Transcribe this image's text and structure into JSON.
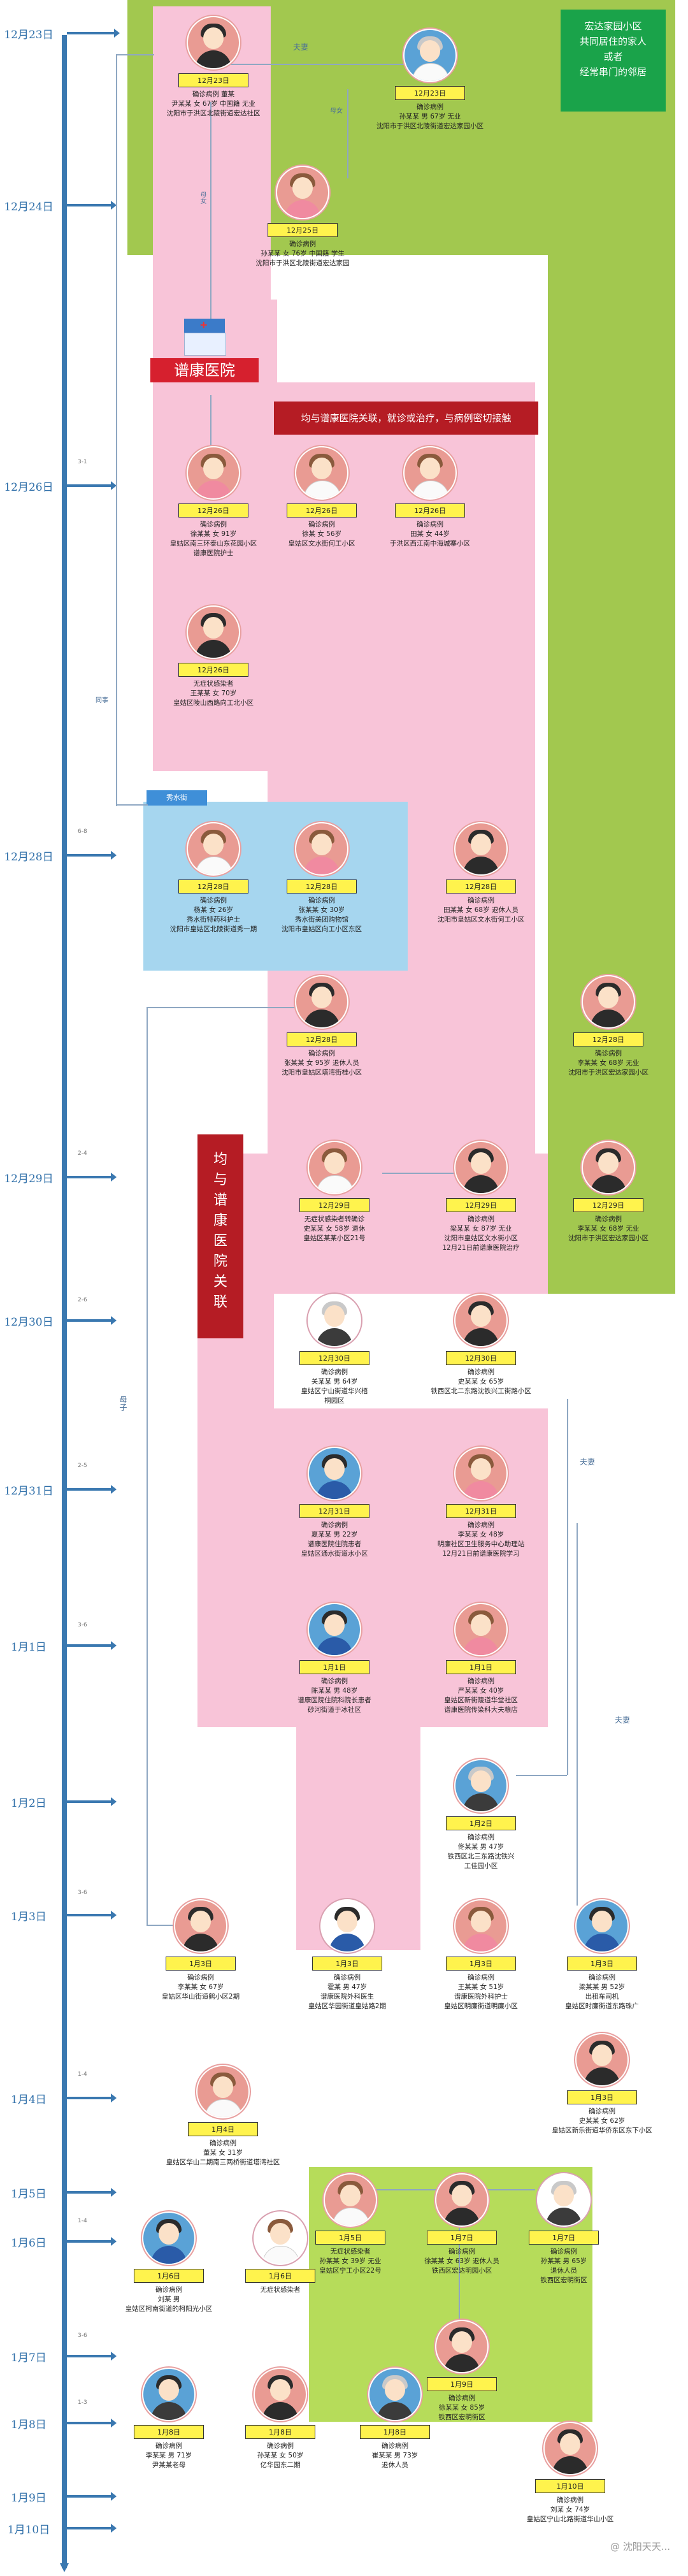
{
  "header_note": "宏达家园小区\n共同居住的家人\n或者\n经常串门的邻居",
  "hospital_name": "谱康医院",
  "banner_top": "均与谱康医院关联，就诊或治疗，与病例密切接触",
  "banner_side": "均\n与\n谱\n康\n医\n院\n关\n联",
  "blue_label": "秀水街",
  "dates": [
    "12月23日",
    "12月24日",
    "12月26日",
    "12月28日",
    "12月29日",
    "12月30日",
    "12月31日",
    "1月1日",
    "1月2日",
    "1月3日",
    "1月4日",
    "1月5日",
    "1月6日",
    "1月7日",
    "1月8日",
    "1月9日",
    "1月10日"
  ],
  "gaps": [
    "3-1",
    "6-8",
    "2-4",
    "2-6",
    "2-5",
    "3-6",
    "3-6",
    "1-4",
    "1-4",
    "3-6",
    "1-3"
  ],
  "relations": {
    "spouse": "夫妻",
    "mother_daughter": "母女",
    "daughter": "母女",
    "same_family": "同事",
    "mother_son": "母子",
    "couple_mid": "夫妻",
    "couple_right": "夫妻"
  },
  "people": [
    {
      "date": "12月23日",
      "text": "确诊病例 董某\n尹某某 女 67岁 中国籍 无业\n沈阳市于洪区北陵街道宏达社区"
    },
    {
      "date": "12月23日",
      "text": "确诊病例\n孙某某 男 67岁 无业\n沈阳市于洪区北陵街道宏达家园小区"
    },
    {
      "date": "12月25日",
      "text": "确诊病例\n孙某某 女 76岁 中国籍 学生\n沈阳市于洪区北陵街道宏达家园"
    },
    {
      "date": "12月26日",
      "text": "确诊病例\n徐某某 女 91岁\n皇姑区南三环泰山东花园小区\n谱康医院护士"
    },
    {
      "date": "12月26日",
      "text": "确诊病例\n徐某 女 56岁\n皇姑区文水街何工小区"
    },
    {
      "date": "12月26日",
      "text": "确诊病例\n田某 女 44岁\n于洪区西江南中海城寨小区"
    },
    {
      "date": "12月26日",
      "text": "无症状感染者\n王某某 女 70岁\n皇姑区陵山西路向工北小区"
    },
    {
      "date": "12月28日",
      "text": "确诊病例\n杨某 女 26岁\n秀水街特药科护士\n沈阳市皇姑区北陵街道秀一期"
    },
    {
      "date": "12月28日",
      "text": "确诊病例\n张某某 女 30岁\n秀水街美团购物馆\n沈阳市皇姑区向工小区东区"
    },
    {
      "date": "12月28日",
      "text": "确诊病例\n田某某 女 68岁 退休人员\n沈阳市皇姑区文水街何工小区"
    },
    {
      "date": "12月28日",
      "text": "确诊病例\n李某某 女 68岁 无业\n沈阳市于洪区宏达家园小区"
    },
    {
      "date": "12月28日",
      "text": "确诊病例\n张某某 女 95岁 退休人员\n沈阳市皇姑区塔湾街桂小区"
    },
    {
      "date": "12月29日",
      "text": "无症状感染者转确诊\n史某某 女 58岁 退休\n皇姑区某某小区21号"
    },
    {
      "date": "12月29日",
      "text": "确诊病例\n梁某某 女 87岁 无业\n沈阳市皇姑区文水街小区\n12月21日前谱康医院治疗"
    },
    {
      "date": "12月29日",
      "text": "确诊病例\n李某某 女 68岁 无业\n沈阳市于洪区宏达家园小区"
    },
    {
      "date": "12月30日",
      "text": "确诊病例\n关某某 男 64岁\n皇姑区宁山街道华兴梧\n桐园区"
    },
    {
      "date": "12月30日",
      "text": "确诊病例\n史某某 女 65岁\n铁西区北二东路沈铁兴工街路小区"
    },
    {
      "date": "12月31日",
      "text": "确诊病例\n夏某某 男 22岁\n谱康医院住院患者\n皇姑区通水街道水小区"
    },
    {
      "date": "12月31日",
      "text": "确诊病例\n李某某 女 48岁\n明廉社区卫生服务中心助理站\n12月21日前谱康医院学习"
    },
    {
      "date": "1月1日",
      "text": "确诊病例\n陈某某 男 48岁\n谱康医院住院科院长患者\n砂河街道于冰社区"
    },
    {
      "date": "1月1日",
      "text": "确诊病例\n严某某 女 40岁\n皇姑区新街陵道华堂社区\n谱康医院传染科大夫粮店"
    },
    {
      "date": "1月2日",
      "text": "确诊病例\n佟某某 男 47岁\n铁西区北三东路沈铁兴\n工佳园小区"
    },
    {
      "date": "1月3日",
      "text": "确诊病例\n李某某 女 67岁\n皇姑区华山街道鹤小区2期"
    },
    {
      "date": "1月3日",
      "text": "确诊病例\n霍某 男 47岁\n谱康医院外科医生\n皇姑区华园街道皇姑路2期"
    },
    {
      "date": "1月3日",
      "text": "确诊病例\n王某某 女 51岁\n谱康医院外科护士\n皇姑区明廉街道明廉小区"
    },
    {
      "date": "1月3日",
      "text": "确诊病例\n梁某某 男 52岁\n出租车司机\n皇姑区时廉街道东路珠广"
    },
    {
      "date": "1月3日",
      "text": "确诊病例\n史某某 女 62岁\n皇姑区新乐街道华侨东区东下小区"
    },
    {
      "date": "1月4日",
      "text": "确诊病例\n董某 女 31岁\n皇姑区华山二期南三两桥街道塔湾社区"
    },
    {
      "date": "1月5日",
      "text": "无症状感染者\n孙某某 女 39岁 无业\n皇姑区宁工小区22号"
    },
    {
      "date": "1月7日",
      "text": "确诊病例\n徐某某 女 63岁 退休人员\n铁西区宏达明园小区"
    },
    {
      "date": "1月7日",
      "text": "确诊病例\n孙某某 男 65岁\n退休人员\n铁西区宏明街区"
    },
    {
      "date": "1月6日",
      "text": "确诊病例\n刘某 男\n皇姑区柯南街道的柯阳光小区"
    },
    {
      "date": "1月6日",
      "text": "无症状感染者"
    },
    {
      "date": "1月9日",
      "text": "确诊病例\n徐某某 女 85岁\n铁西区宏明街区"
    },
    {
      "date": "1月8日",
      "text": "确诊病例\n李某某 男 71岁\n尹某某老母"
    },
    {
      "date": "1月8日",
      "text": "确诊病例\n孙某某 女 50岁\n亿华园东二期"
    },
    {
      "date": "1月8日",
      "text": "确诊病例\n崔某某 男 73岁\n退休人员"
    },
    {
      "date": "1月10日",
      "text": "确诊病例\n刘某 女 74岁\n皇姑区宁山北路街道华山小区"
    }
  ],
  "watermark": "@ 沈阳天天..."
}
